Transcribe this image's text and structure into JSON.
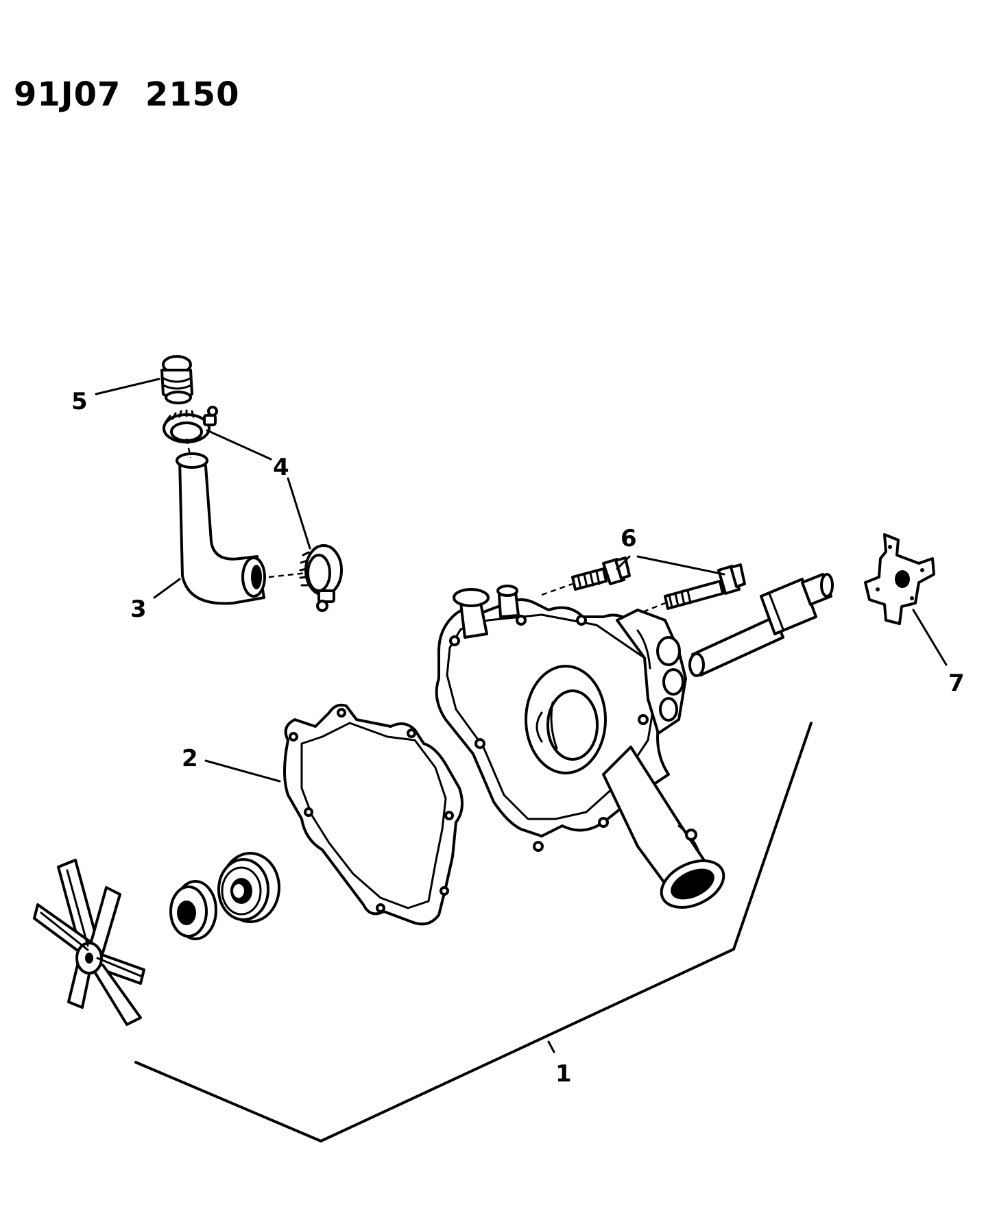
{
  "diagram": {
    "reference_code": "91J07  2150",
    "callouts": {
      "c1": "1",
      "c2": "2",
      "c3": "3",
      "c4": "4",
      "c5": "5",
      "c6": "6",
      "c7": "7"
    }
  }
}
